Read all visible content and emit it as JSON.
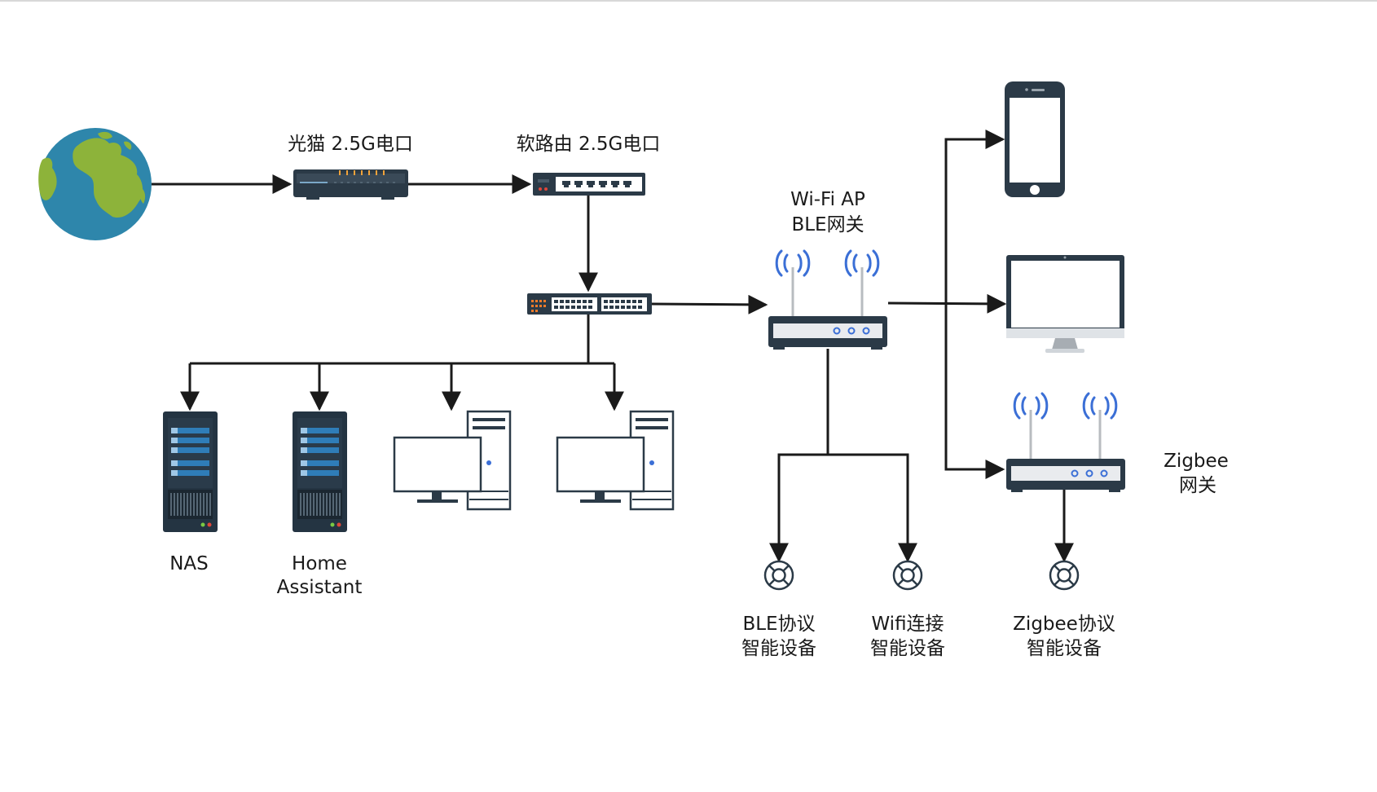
{
  "labels": {
    "optical_modem": "光猫 2.5G电口",
    "soft_router": "软路由 2.5G电口",
    "ap_line1": "Wi-Fi AP",
    "ap_line2": "BLE网关",
    "nas": "NAS",
    "ha_line1": "Home",
    "ha_line2": "Assistant",
    "ble_dev_line1": "BLE协议",
    "ble_dev_line2": "智能设备",
    "wifi_dev_line1": "Wifi连接",
    "wifi_dev_line2": "智能设备",
    "zigbee_dev_line1": "Zigbee协议",
    "zigbee_dev_line2": "智能设备",
    "zigbee_gw_line1": "Zigbee",
    "zigbee_gw_line2": "网关"
  },
  "icons": {
    "internet": "globe-icon",
    "optical_modem": "modem-icon",
    "soft_router": "router-icon",
    "switch": "switch-icon",
    "wifi_ap": "wireless-router-icon",
    "nas": "server-icon",
    "home_assistant": "server-icon",
    "desktop": "desktop-computer-icon",
    "phone": "smartphone-icon",
    "monitor": "monitor-icon",
    "zigbee_gateway": "wireless-router-icon",
    "smart_device": "smart-device-icon"
  },
  "colors": {
    "line": "#1a1a1a",
    "device_dark": "#2b3a47",
    "server_blue": "#2f7db8",
    "wave_blue": "#3b6fd6",
    "globe_ocean": "#2e86ab",
    "globe_land": "#8db33a"
  }
}
